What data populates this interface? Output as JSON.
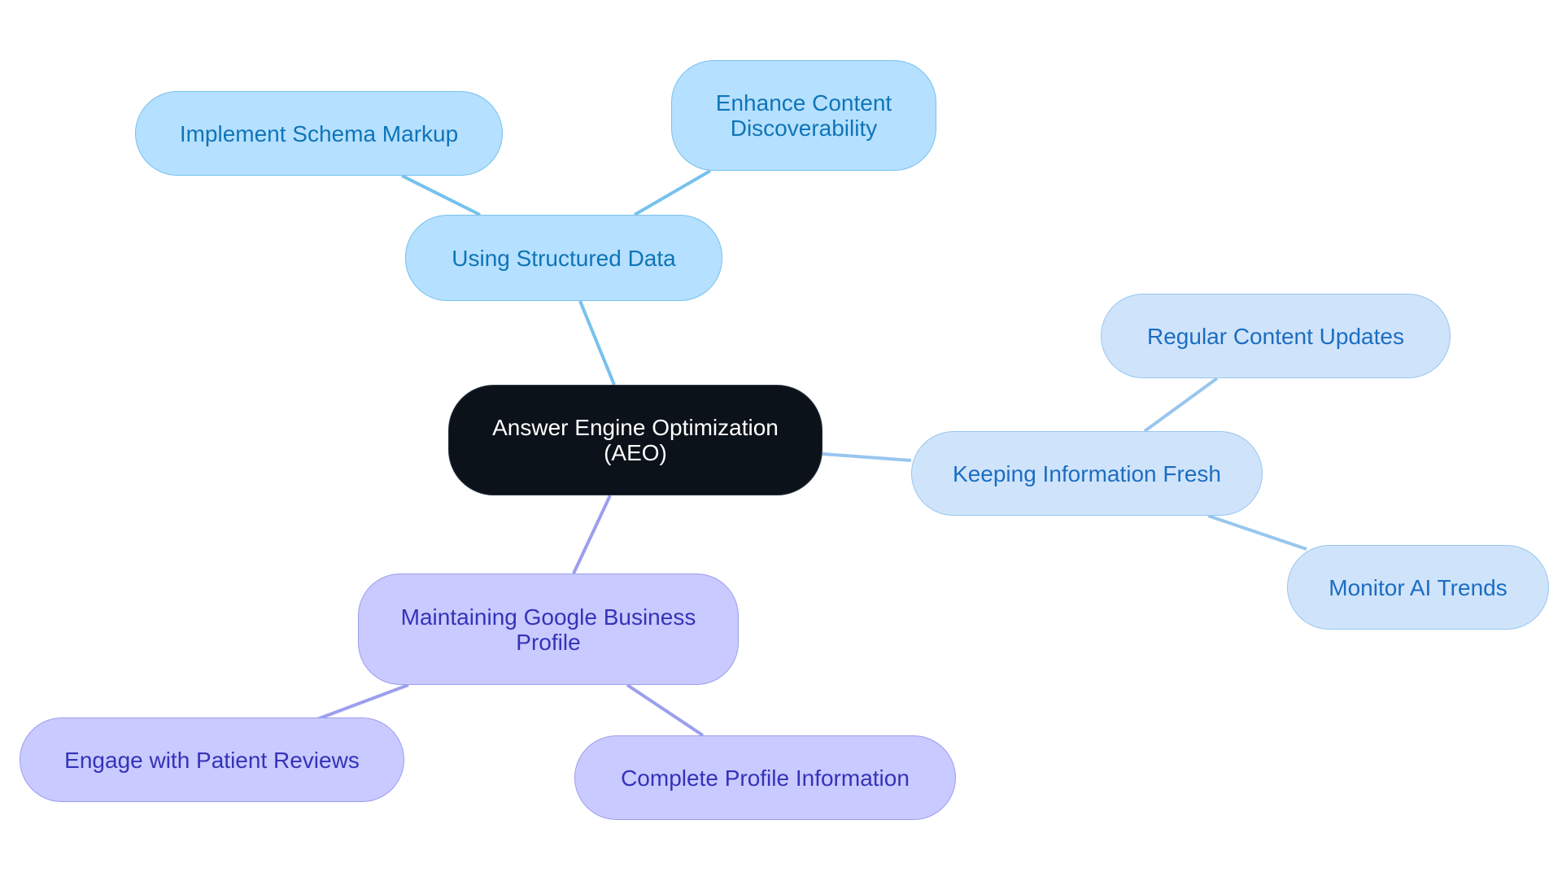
{
  "diagram": {
    "root": {
      "label": "Answer Engine Optimization\n(AEO)"
    },
    "branches": [
      {
        "id": "structured",
        "label": "Using Structured Data",
        "edge_color": "#77c1ee",
        "children": [
          {
            "id": "schema",
            "label": "Implement Schema Markup"
          },
          {
            "id": "discover",
            "label": "Enhance Content\nDiscoverability"
          }
        ]
      },
      {
        "id": "fresh",
        "label": "Keeping Information Fresh",
        "edge_color": "#98c6ee",
        "children": [
          {
            "id": "updates",
            "label": "Regular Content Updates"
          },
          {
            "id": "trends",
            "label": "Monitor AI Trends"
          }
        ]
      },
      {
        "id": "gbp",
        "label": "Maintaining Google Business\nProfile",
        "edge_color": "#9c9eee",
        "children": [
          {
            "id": "reviews",
            "label": "Engage with Patient Reviews"
          },
          {
            "id": "profile",
            "label": "Complete Profile Information"
          }
        ]
      }
    ],
    "colors": {
      "root_bg": "#0c121a",
      "blue_bg": "#b6e0ff",
      "lightblue_bg": "#cfe4fb",
      "purple_bg": "#c9caff"
    }
  }
}
